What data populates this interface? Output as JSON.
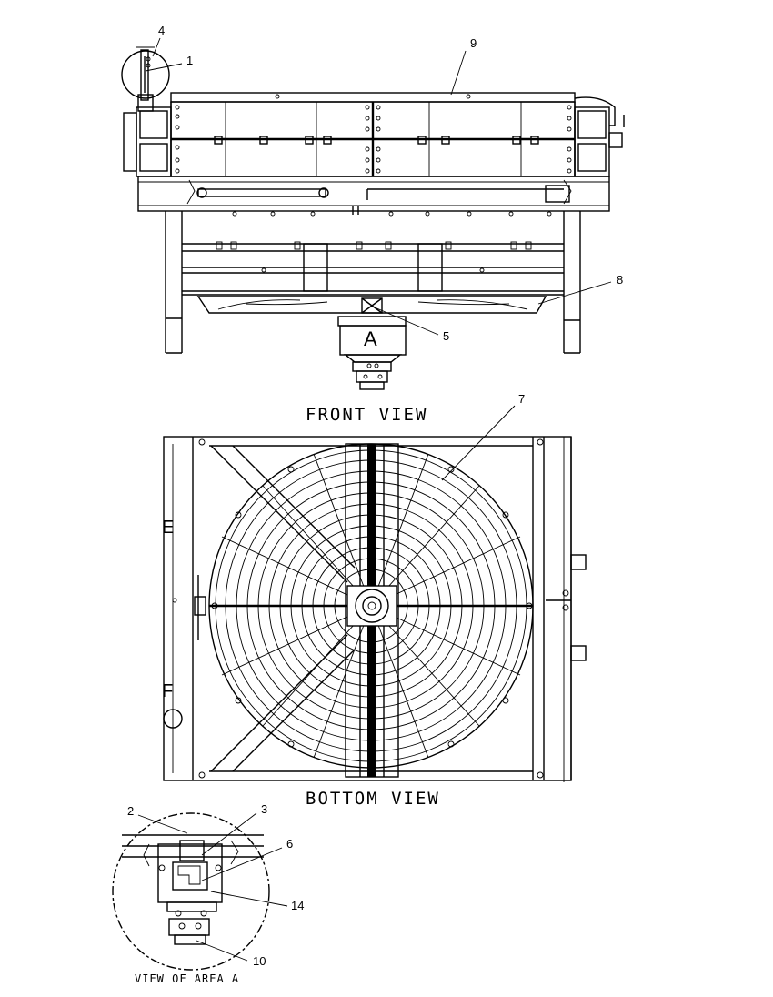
{
  "views": {
    "front": "FRONT VIEW",
    "bottom": "BOTTOM VIEW",
    "area_a": "VIEW OF AREA A"
  },
  "markers": {
    "a": "A",
    "e": "E",
    "f": "F"
  },
  "callouts": {
    "c1": "1",
    "c2": "2",
    "c3": "3",
    "c4": "4",
    "c5": "5",
    "c6": "6",
    "c7": "7",
    "c8": "8",
    "c9": "9",
    "c10": "10",
    "c14": "14"
  }
}
